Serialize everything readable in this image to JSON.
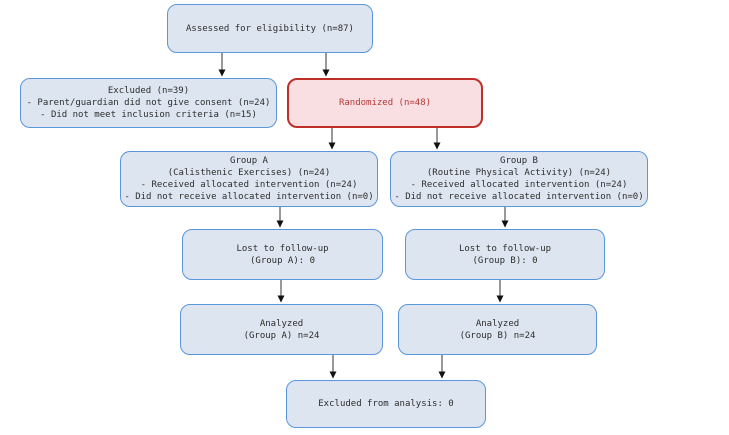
{
  "nodes": {
    "assessed": {
      "lines": [
        "Assessed for eligibility (n=87)"
      ]
    },
    "excluded": {
      "lines": [
        "Excluded (n=39)",
        "- Parent/guardian did not give consent (n=24)",
        "- Did not meet inclusion criteria (n=15)"
      ]
    },
    "randomized": {
      "lines": [
        "Randomized (n=48)"
      ]
    },
    "group_a": {
      "lines": [
        "Group A",
        "(Calisthenic Exercises) (n=24)",
        "- Received allocated intervention (n=24)",
        "- Did not receive allocated intervention (n=0)"
      ]
    },
    "group_b": {
      "lines": [
        "Group B",
        "(Routine Physical Activity) (n=24)",
        "- Received allocated intervention (n=24)",
        "- Did not receive allocated intervention (n=0)"
      ]
    },
    "lost_a": {
      "lines": [
        "Lost to follow-up",
        "(Group A): 0"
      ]
    },
    "lost_b": {
      "lines": [
        "Lost to follow-up",
        "(Group B): 0"
      ]
    },
    "analyzed_a": {
      "lines": [
        "Analyzed",
        "(Group A) n=24"
      ]
    },
    "analyzed_b": {
      "lines": [
        "Analyzed",
        "(Group B) n=24"
      ]
    },
    "excluded_analysis": {
      "lines": [
        "Excluded from analysis: 0"
      ]
    }
  },
  "colors": {
    "node_fill": "#dde5f0",
    "node_border": "#5b96dd",
    "node_text": "#2d2d2d",
    "highlight_fill": "#f9dee2",
    "highlight_border": "#bf2f2a",
    "highlight_text": "#b43a38",
    "arrow": "#333333"
  }
}
